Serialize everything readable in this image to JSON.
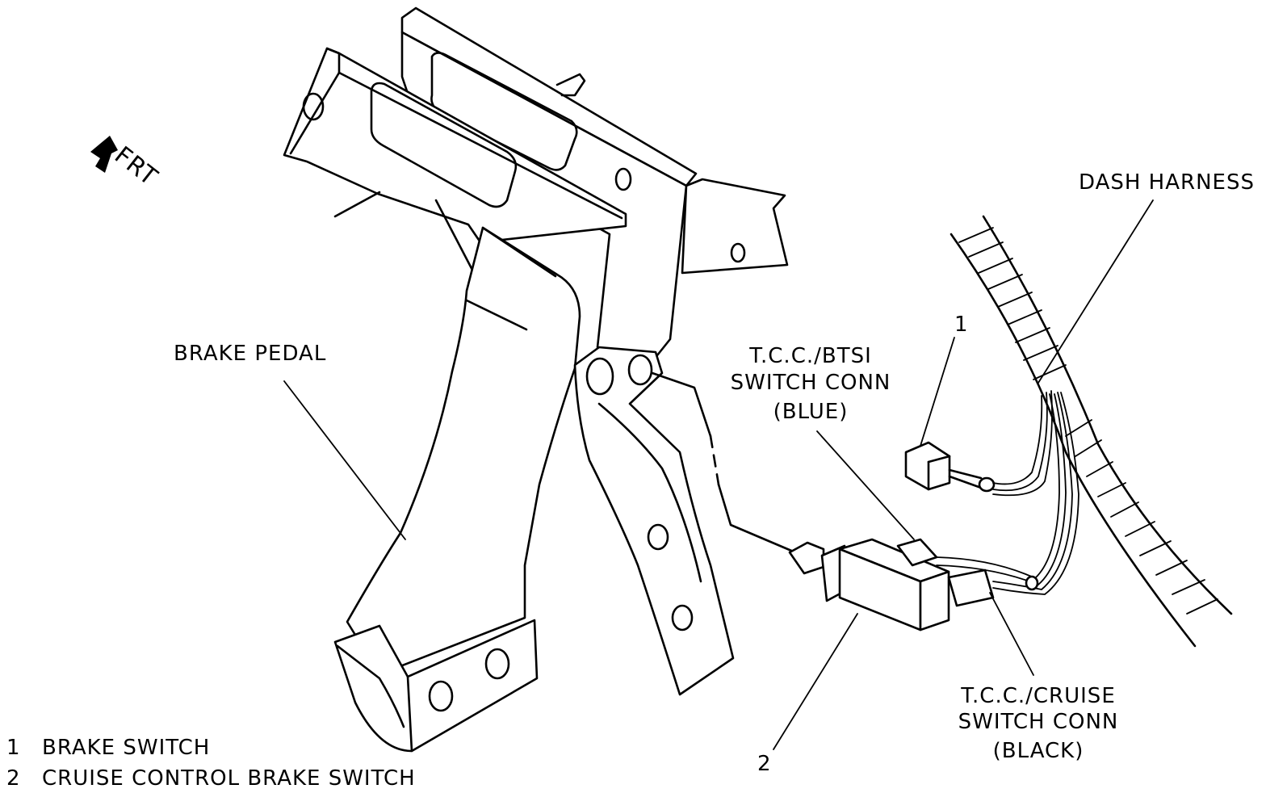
{
  "labels": {
    "front": "FRT",
    "dash_harness": "DASH HARNESS",
    "brake_pedal": "BRAKE PEDAL",
    "tcc_btsi": {
      "line1": "T.C.C./BTSI",
      "line2": "SWITCH CONN",
      "line3": "(BLUE)"
    },
    "tcc_cruise": {
      "line1": "T.C.C./CRUISE",
      "line2": "SWITCH CONN",
      "line3": "(BLACK)"
    },
    "callout_1": "1",
    "callout_2": "2"
  },
  "legend": [
    {
      "number": "1",
      "text": "BRAKE SWITCH"
    },
    {
      "number": "2",
      "text": "CRUISE CONTROL BRAKE SWITCH"
    }
  ]
}
